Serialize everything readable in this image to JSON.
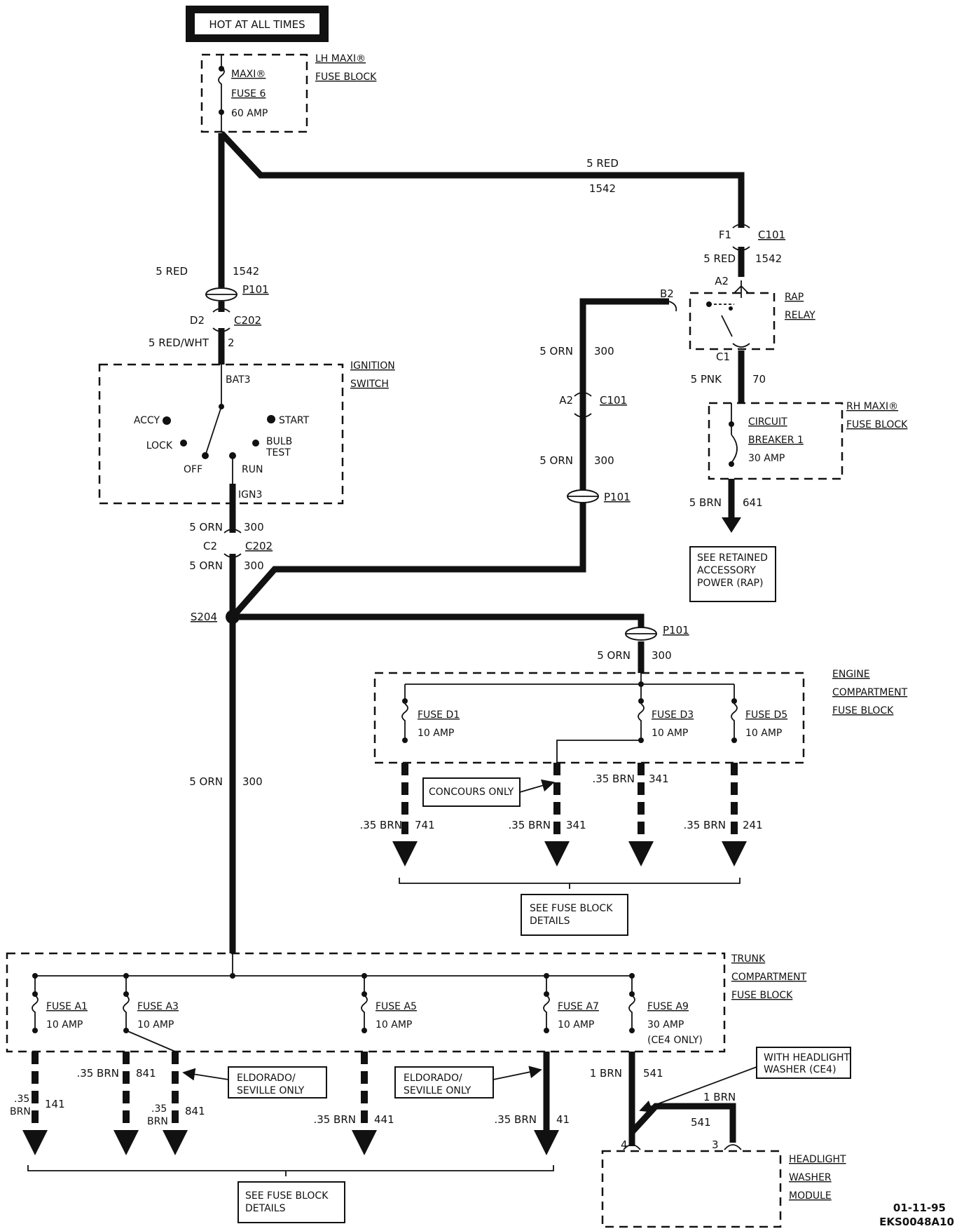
{
  "header": {
    "hot_label": "HOT AT ALL TIMES"
  },
  "lh_maxi": {
    "block_line1": "LH MAXI®",
    "block_line2": "FUSE BLOCK",
    "fuse_line1": "MAXI®",
    "fuse_line2": "FUSE 6",
    "fuse_line3": "60 AMP"
  },
  "wires": {
    "top_run_gauge": "5 RED",
    "top_run_circuit": "1542",
    "left_red_gauge": "5 RED",
    "left_red_circuit": "1542",
    "red_wht_gauge": "5 RED/WHT",
    "red_wht_circuit": "2",
    "right_red_gauge": "5 RED",
    "right_red_circuit": "1542",
    "pnk_gauge": "5 PNK",
    "pnk_circuit": "70",
    "brn641_gauge": "5 BRN",
    "brn641_circuit": "641",
    "orn_upper_gauge": "5 ORN",
    "orn_upper_circuit": "300",
    "orn_mid_gauge": "5 ORN",
    "orn_mid_circuit": "300",
    "ign_orn1_gauge": "5 ORN",
    "ign_orn1_circuit": "300",
    "ign_orn2_gauge": "5 ORN",
    "ign_orn2_circuit": "300",
    "p101_orn_gauge": "5 ORN",
    "p101_orn_circuit": "300",
    "main_orn_gauge": "5 ORN",
    "main_orn_circuit": "300"
  },
  "connectors": {
    "p101": "P101",
    "c202": "C202",
    "c101": "C101",
    "d2": "D2",
    "c2": "C2",
    "f1": "F1",
    "a2": "A2",
    "b2": "B2",
    "c1": "C1",
    "s204": "S204"
  },
  "ignition": {
    "title1": "IGNITION",
    "title2": "SWITCH",
    "bat": "BAT3",
    "ign": "IGN3",
    "accy": "ACCY",
    "lock": "LOCK",
    "off": "OFF",
    "run": "RUN",
    "start": "START",
    "bulb1": "BULB",
    "bulb2": "TEST"
  },
  "rap_relay": {
    "line1": "RAP",
    "line2": "RELAY"
  },
  "rh_maxi": {
    "block_line1": "RH MAXI®",
    "block_line2": "FUSE BLOCK",
    "cb_line1": "CIRCUIT",
    "cb_line2": "BREAKER 1",
    "cb_line3": "30 AMP"
  },
  "rap_box": {
    "line1": "SEE RETAINED",
    "line2": "ACCESSORY",
    "line3": "POWER (RAP)"
  },
  "engine_block": {
    "title1": "ENGINE",
    "title2": "COMPARTMENT",
    "title3": "FUSE BLOCK",
    "fuses": [
      {
        "name": "FUSE D1",
        "amp": "10 AMP"
      },
      {
        "name": "FUSE D3",
        "amp": "10 AMP"
      },
      {
        "name": "FUSE D5",
        "amp": "10 AMP"
      }
    ],
    "concours": "CONCOURS ONLY",
    "outputs": [
      {
        "gauge": ".35 BRN",
        "circuit": "741"
      },
      {
        "gauge": ".35 BRN",
        "circuit": "341"
      },
      {
        "gauge": ".35 BRN",
        "circuit": "341"
      },
      {
        "gauge": ".35 BRN",
        "circuit": "241"
      }
    ],
    "see_line1": "SEE FUSE BLOCK",
    "see_line2": "DETAILS"
  },
  "trunk_block": {
    "title1": "TRUNK",
    "title2": "COMPARTMENT",
    "title3": "FUSE BLOCK",
    "fuses": [
      {
        "name": "FUSE A1",
        "amp": "10 AMP"
      },
      {
        "name": "FUSE A3",
        "amp": "10 AMP"
      },
      {
        "name": "FUSE A5",
        "amp": "10 AMP"
      },
      {
        "name": "FUSE A7",
        "amp": "10 AMP"
      },
      {
        "name": "FUSE A9",
        "amp": "30 AMP",
        "note": "(CE4 ONLY)"
      }
    ],
    "outputs": [
      {
        "gauge1": ".35",
        "gauge2": "BRN",
        "circuit": "141"
      },
      {
        "gauge": ".35 BRN",
        "circuit": "841"
      },
      {
        "gauge1": ".35",
        "gauge2": "BRN",
        "circuit": "841"
      },
      {
        "gauge": ".35 BRN",
        "circuit": "441"
      },
      {
        "gauge": ".35 BRN",
        "circuit": "41"
      }
    ],
    "eldorado1_line1": "ELDORADO/",
    "eldorado1_line2": "SEVILLE ONLY",
    "eldorado2_line1": "ELDORADO/",
    "eldorado2_line2": "SEVILLE ONLY",
    "see_line1": "SEE FUSE BLOCK",
    "see_line2": "DETAILS"
  },
  "headlight": {
    "wire1_gauge": "1 BRN",
    "wire1_circuit": "541",
    "wire2_gauge": "1 BRN",
    "wire2_circuit": "541",
    "with_line1": "WITH HEADLIGHT",
    "with_line2": "WASHER (CE4)",
    "pin4": "4",
    "pin3": "3",
    "module_line1": "HEADLIGHT",
    "module_line2": "WASHER",
    "module_line3": "MODULE"
  },
  "footer": {
    "date": "01-11-95",
    "code": "EKS0048A10"
  }
}
